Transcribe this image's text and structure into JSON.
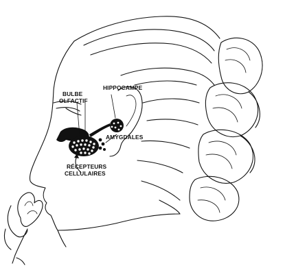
{
  "labels": {
    "hippocampe": "HIPPOCAMPE",
    "bulbe_line1": "BULBE",
    "bulbe_line2": "OLFACTIF",
    "amygdales": "AMYGDALES",
    "recepteurs_line1": "RÉCEPTEURS",
    "recepteurs_line2": "CELLULAIRES"
  },
  "colors": {
    "ink": "#111111",
    "paper": "#ffffff"
  }
}
